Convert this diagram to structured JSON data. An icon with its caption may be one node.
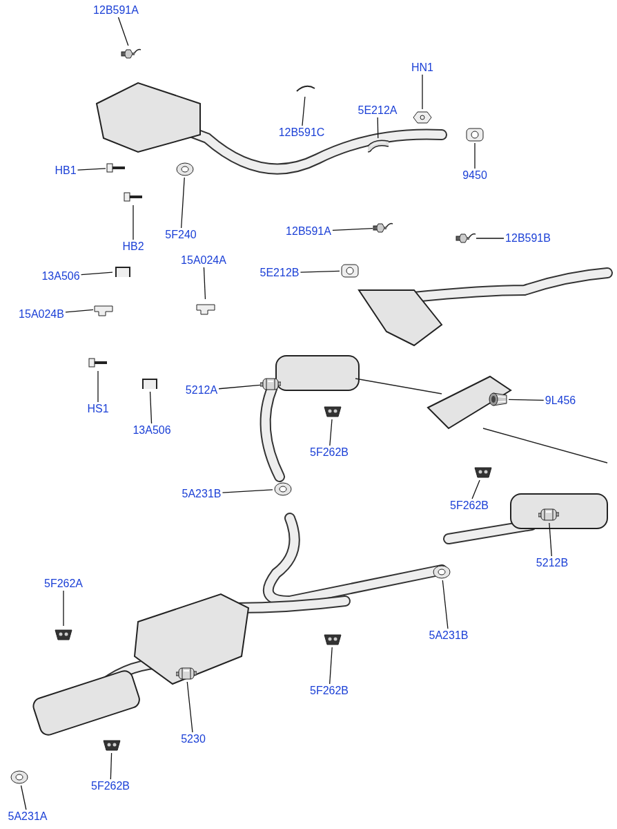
{
  "diagram": {
    "nodes": [
      {
        "text": [
          "12B591A"
        ]
      },
      {
        "text": [
          "12B591C"
        ]
      },
      {
        "text": [
          "HN1"
        ]
      },
      {
        "text": [
          "5E212A"
        ]
      },
      {
        "text": [
          "HB1"
        ]
      },
      {
        "text": [
          "9450"
        ]
      },
      {
        "text": [
          "HB2"
        ]
      },
      {
        "text": [
          "5F240"
        ]
      },
      {
        "text": [
          "12B591A"
        ]
      },
      {
        "text": [
          "12B591B"
        ]
      },
      {
        "text": [
          "5E212B"
        ]
      },
      {
        "text": [
          "13A506"
        ]
      },
      {
        "text": [
          "15A024A"
        ]
      },
      {
        "text": [
          "15A024B"
        ]
      },
      {
        "text": [
          "HS1"
        ]
      },
      {
        "text": [
          "13A506"
        ]
      },
      {
        "text": [
          "5212A"
        ]
      },
      {
        "text": [
          "9L456"
        ]
      },
      {
        "text": [
          "5F262B"
        ]
      },
      {
        "text": [
          "5A231B"
        ]
      },
      {
        "text": [
          "5F262B"
        ]
      },
      {
        "text": [
          "5212B"
        ]
      },
      {
        "text": [
          "5F262A"
        ]
      },
      {
        "text": [
          "5A231B"
        ]
      },
      {
        "text": [
          "5F262B"
        ]
      },
      {
        "text": [
          "5230"
        ]
      },
      {
        "text": [
          "5F262B"
        ]
      },
      {
        "text": [
          "5A231A"
        ]
      },
      {
        "text": [],
        "shape": "picture"
      },
      {
        "text": [],
        "shape": "picture"
      },
      {
        "text": [],
        "shape": "picture"
      },
      {
        "text": [],
        "shape": "picture"
      },
      {
        "text": [],
        "shape": "picture"
      },
      {
        "text": [],
        "shape": "picture"
      },
      {
        "text": [],
        "shape": "picture"
      },
      {
        "text": [],
        "shape": "picture"
      },
      {
        "text": [],
        "shape": "picture"
      },
      {
        "text": [],
        "shape": "picture"
      },
      {
        "text": [],
        "shape": "picture"
      },
      {
        "text": [],
        "shape": "picture"
      },
      {
        "text": [],
        "shape": "picture"
      },
      {
        "text": [],
        "shape": "picture"
      },
      {
        "text": [],
        "shape": "picture"
      },
      {
        "text": [],
        "shape": "picture"
      },
      {
        "text": [],
        "shape": "picture"
      },
      {
        "text": [],
        "shape": "picture"
      },
      {
        "text": [],
        "shape": "picture"
      },
      {
        "text": [],
        "shape": "picture"
      },
      {
        "text": [],
        "shape": "picture"
      },
      {
        "text": [],
        "shape": "picture"
      },
      {
        "text": [],
        "shape": "picture"
      },
      {
        "text": [],
        "shape": "picture"
      },
      {
        "text": [],
        "shape": "picture"
      },
      {
        "text": [],
        "shape": "picture"
      },
      {
        "text": [],
        "shape": "picture"
      },
      {
        "text": [],
        "shape": "picture"
      }
    ],
    "edges": [
      {
        "from": 0,
        "to": 28,
        "arrow": "none"
      },
      {
        "from": 1,
        "to": 29,
        "arrow": "none"
      },
      {
        "from": 2,
        "to": 30,
        "arrow": "none"
      },
      {
        "from": 3,
        "to": 31,
        "arrow": "none"
      },
      {
        "from": 4,
        "to": 32,
        "arrow": "none"
      },
      {
        "from": 5,
        "to": 33,
        "arrow": "none"
      },
      {
        "from": 6,
        "to": 34,
        "arrow": "none"
      },
      {
        "from": 7,
        "to": 35,
        "arrow": "none"
      },
      {
        "from": 8,
        "to": 36,
        "arrow": "none"
      },
      {
        "from": 9,
        "to": 37,
        "arrow": "none"
      },
      {
        "from": 10,
        "to": 38,
        "arrow": "none"
      },
      {
        "from": 11,
        "to": 39,
        "arrow": "none"
      },
      {
        "from": 12,
        "to": 40,
        "arrow": "none"
      },
      {
        "from": 13,
        "to": 41,
        "arrow": "none"
      },
      {
        "from": 14,
        "to": 42,
        "arrow": "none"
      },
      {
        "from": 15,
        "to": 43,
        "arrow": "none"
      },
      {
        "from": 16,
        "to": 44,
        "arrow": "none"
      },
      {
        "from": 17,
        "to": 45,
        "arrow": "none"
      },
      {
        "from": 18,
        "to": 46,
        "arrow": "none"
      },
      {
        "from": 19,
        "to": 47,
        "arrow": "none"
      },
      {
        "from": 20,
        "to": 48,
        "arrow": "none"
      },
      {
        "from": 21,
        "to": 49,
        "arrow": "none"
      },
      {
        "from": 22,
        "to": 50,
        "arrow": "none"
      },
      {
        "from": 23,
        "to": 51,
        "arrow": "none"
      },
      {
        "from": 24,
        "to": 52,
        "arrow": "none"
      },
      {
        "from": 25,
        "to": 53,
        "arrow": "none"
      },
      {
        "from": 26,
        "to": 54,
        "arrow": "none"
      },
      {
        "from": 27,
        "to": 55,
        "arrow": "none"
      }
    ]
  }
}
